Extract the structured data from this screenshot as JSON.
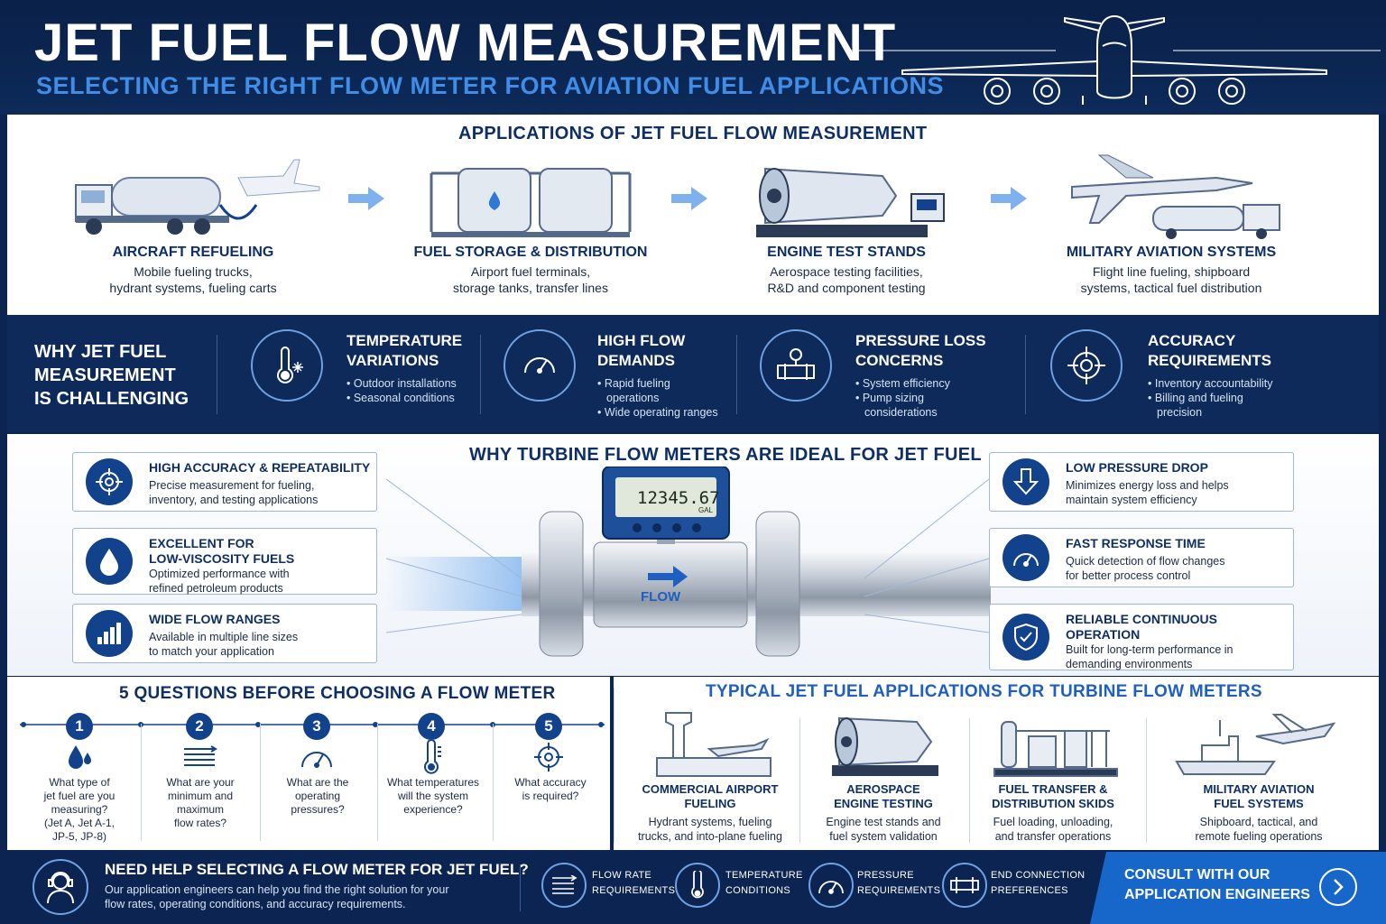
{
  "header": {
    "title": "JET FUEL FLOW MEASUREMENT",
    "subtitle": "SELECTING THE RIGHT FLOW METER FOR AVIATION FUEL APPLICATIONS"
  },
  "applications": {
    "heading": "APPLICATIONS OF JET FUEL FLOW MEASUREMENT",
    "items": [
      {
        "title": "AIRCRAFT REFUELING",
        "desc": "Mobile fueling trucks,\nhydrant systems, fueling carts",
        "icon": "fuel-truck-icon"
      },
      {
        "title": "FUEL STORAGE & DISTRIBUTION",
        "desc": "Airport fuel terminals,\nstorage tanks, transfer lines",
        "icon": "storage-tank-icon"
      },
      {
        "title": "ENGINE TEST STANDS",
        "desc": "Aerospace testing facilities,\nR&D and component testing",
        "icon": "jet-engine-icon"
      },
      {
        "title": "MILITARY AVIATION SYSTEMS",
        "desc": "Flight line fueling, shipboard\nsystems, tactical fuel distribution",
        "icon": "fighter-jet-icon"
      }
    ]
  },
  "challenges": {
    "heading": "WHY JET FUEL\nMEASUREMENT\nIS CHALLENGING",
    "items": [
      {
        "title": "TEMPERATURE\nVARIATIONS",
        "bullets": [
          "• Outdoor installations",
          "• Seasonal conditions"
        ],
        "icon": "thermometer-icon"
      },
      {
        "title": "HIGH FLOW\nDEMANDS",
        "bullets": [
          "• Rapid fueling\n  operations",
          "• Wide operating ranges"
        ],
        "icon": "gauge-icon"
      },
      {
        "title": "PRESSURE LOSS\nCONCERNS",
        "bullets": [
          "• System efficiency",
          "• Pump sizing\n  considerations"
        ],
        "icon": "pipe-gauge-icon"
      },
      {
        "title": "ACCURACY\nREQUIREMENTS",
        "bullets": [
          "• Inventory accountability",
          "• Billing and fueling\n  precision"
        ],
        "icon": "target-icon"
      }
    ]
  },
  "turbine": {
    "heading": "WHY TURBINE FLOW METERS ARE IDEAL FOR JET FUEL",
    "meter_display": "12345.67",
    "meter_unit": "GAL",
    "flow_label": "FLOW",
    "left": [
      {
        "title": "HIGH ACCURACY & REPEATABILITY",
        "desc": "Precise measurement for fueling,\ninventory, and testing applications",
        "icon": "target-icon"
      },
      {
        "title": "EXCELLENT FOR\nLOW-VISCOSITY FUELS",
        "desc": "Optimized performance with\nrefined petroleum products",
        "icon": "droplet-icon"
      },
      {
        "title": "WIDE FLOW RANGES",
        "desc": "Available in multiple line sizes\nto match your application",
        "icon": "bar-chart-icon"
      }
    ],
    "right": [
      {
        "title": "LOW PRESSURE DROP",
        "desc": "Minimizes energy loss and helps\nmaintain system efficiency",
        "icon": "arrow-down-icon"
      },
      {
        "title": "FAST RESPONSE TIME",
        "desc": "Quick detection of flow changes\nfor better process control",
        "icon": "speedometer-icon"
      },
      {
        "title": "RELIABLE CONTINUOUS\nOPERATION",
        "desc": "Built for long-term performance in\ndemanding environments",
        "icon": "shield-check-icon"
      }
    ]
  },
  "questions": {
    "heading": "5 QUESTIONS BEFORE CHOOSING A FLOW METER",
    "items": [
      {
        "num": "1",
        "text": "What type of\njet fuel are you\nmeasuring?\n(Jet A, Jet A-1,\nJP-5, JP-8)",
        "icon": "droplets-icon"
      },
      {
        "num": "2",
        "text": "What are your\nminimum and\nmaximum\nflow rates?",
        "icon": "flow-lines-icon"
      },
      {
        "num": "3",
        "text": "What are the\noperating\npressures?",
        "icon": "gauge-icon"
      },
      {
        "num": "4",
        "text": "What temperatures\nwill the system\nexperience?",
        "icon": "thermometer-icon"
      },
      {
        "num": "5",
        "text": "What accuracy\nis required?",
        "icon": "target-icon"
      }
    ]
  },
  "typical": {
    "heading": "TYPICAL JET FUEL APPLICATIONS FOR TURBINE FLOW METERS",
    "items": [
      {
        "title": "COMMERCIAL AIRPORT\nFUELING",
        "desc": "Hydrant systems, fueling\ntrucks, and into-plane fueling",
        "icon": "airport-tower-icon"
      },
      {
        "title": "AEROSPACE\nENGINE TESTING",
        "desc": "Engine test stands and\nfuel system validation",
        "icon": "jet-engine-icon"
      },
      {
        "title": "FUEL TRANSFER &\nDISTRIBUTION SKIDS",
        "desc": "Fuel loading, unloading,\nand transfer operations",
        "icon": "skid-icon"
      },
      {
        "title": "MILITARY AVIATION\nFUEL SYSTEMS",
        "desc": "Shipboard, tactical, and\nremote fueling operations",
        "icon": "warship-icon"
      }
    ]
  },
  "footer": {
    "help_title": "NEED HELP SELECTING A FLOW METER FOR JET FUEL?",
    "help_desc": "Our application engineers can help you find the right solution for your\nflow rates, operating conditions, and accuracy requirements.",
    "items": [
      {
        "label": "FLOW RATE\nREQUIREMENTS",
        "icon": "flow-lines-icon"
      },
      {
        "label": "TEMPERATURE\nCONDITIONS",
        "icon": "thermometer-icon"
      },
      {
        "label": "PRESSURE\nREQUIREMENTS",
        "icon": "gauge-icon"
      },
      {
        "label": "END CONNECTION\nPREFERENCES",
        "icon": "pipe-connection-icon"
      }
    ],
    "cta": "CONSULT WITH OUR\nAPPLICATION ENGINEERS",
    "cta_icon": "chevron-right-icon"
  },
  "colors": {
    "navy": "#0d2a5a",
    "accent_blue": "#3f8de6",
    "icon_blue": "#13428c",
    "cta_blue": "#1667c9"
  }
}
